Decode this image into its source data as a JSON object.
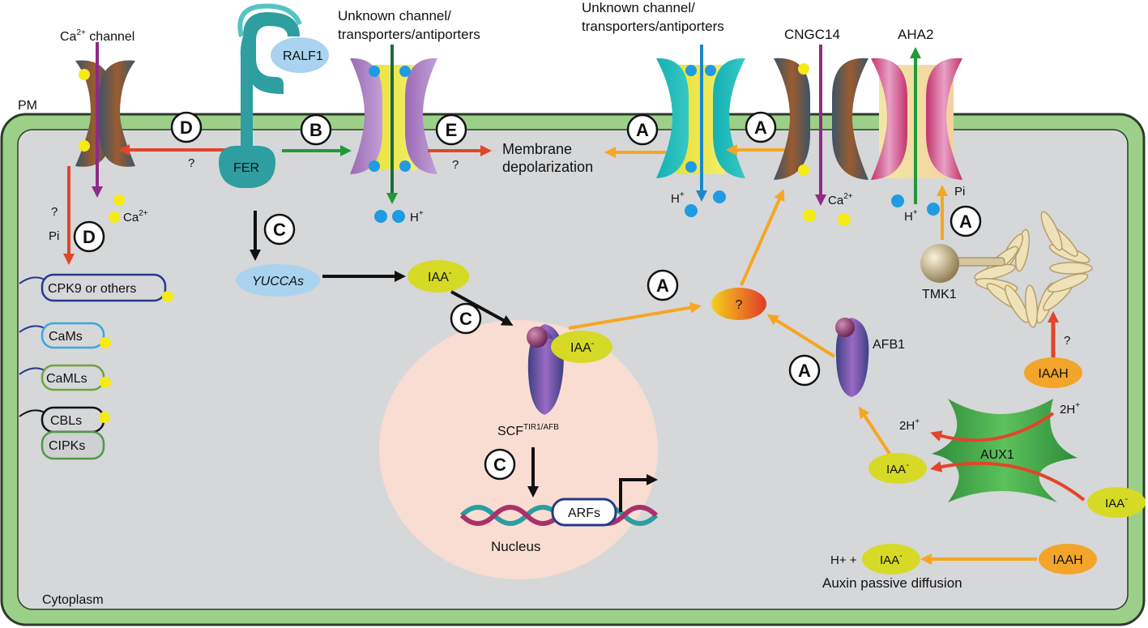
{
  "colors": {
    "membrane": "#9cd089",
    "membrane_border": "#2e3b2a",
    "cytoplasm": "#d6d7d9",
    "nucleus": "#f9ddd2",
    "red_arrow": "#e2452a",
    "orange_arrow": "#f6a623",
    "green_arrow": "#1f9a3a",
    "black_arrow": "#111111",
    "blue_arrow": "#1d87c8",
    "purple_arrow": "#8d2b86",
    "ion_yellow": "#f5ea14",
    "ion_blue": "#1f9be3",
    "iaa_fill": "#d6da26",
    "yucca_fill": "#a9d3ef",
    "ralf1_fill": "#a9d3ef",
    "fer_fill": "#2e9ea0",
    "iaah_fill": "#f2a52a"
  },
  "labels": {
    "pm": "PM",
    "cytoplasm": "Cytoplasm",
    "ca_channel_base": "Ca",
    "ca_channel_sup": "2+",
    "ca_channel_rest": " channel",
    "unknown_left_1": "Unknown channel/",
    "unknown_left_2": "transporters/antiporters",
    "unknown_right_1": "Unknown channel/",
    "unknown_right_2": "transporters/antiporters",
    "cngc14": "CNGC14",
    "aha2": "AHA2",
    "ralf1": "RALF1",
    "fer": "FER",
    "membrane_depol_1": "Membrane",
    "membrane_depol_2": "depolarization",
    "question": "?",
    "pi": "Pi",
    "ca2": "Ca",
    "sup_2plus": "2+",
    "h": "H",
    "sup_plus": "+",
    "sup_minus": "-",
    "yuccas": "YUCCAs",
    "iaa": "IAA",
    "tmk1": "TMK1",
    "afb1": "AFB1",
    "scf_base": "SCF",
    "scf_sup": "TIR1/AFB",
    "arfs": "ARFs",
    "nucleus": "Nucleus",
    "iaah": "IAAH",
    "aux1": "AUX1",
    "two_h": "2H",
    "h_plus_plus": "H+ +",
    "auxin_passive": "Auxin passive diffusion",
    "cpk9": "CPK9 or others",
    "cams": "CaMs",
    "camls": "CaMLs",
    "cbls": "CBLs",
    "cipks": "CIPKs"
  },
  "pathway_markers": {
    "a": "A",
    "b": "B",
    "c": "C",
    "d": "D",
    "e": "E"
  }
}
